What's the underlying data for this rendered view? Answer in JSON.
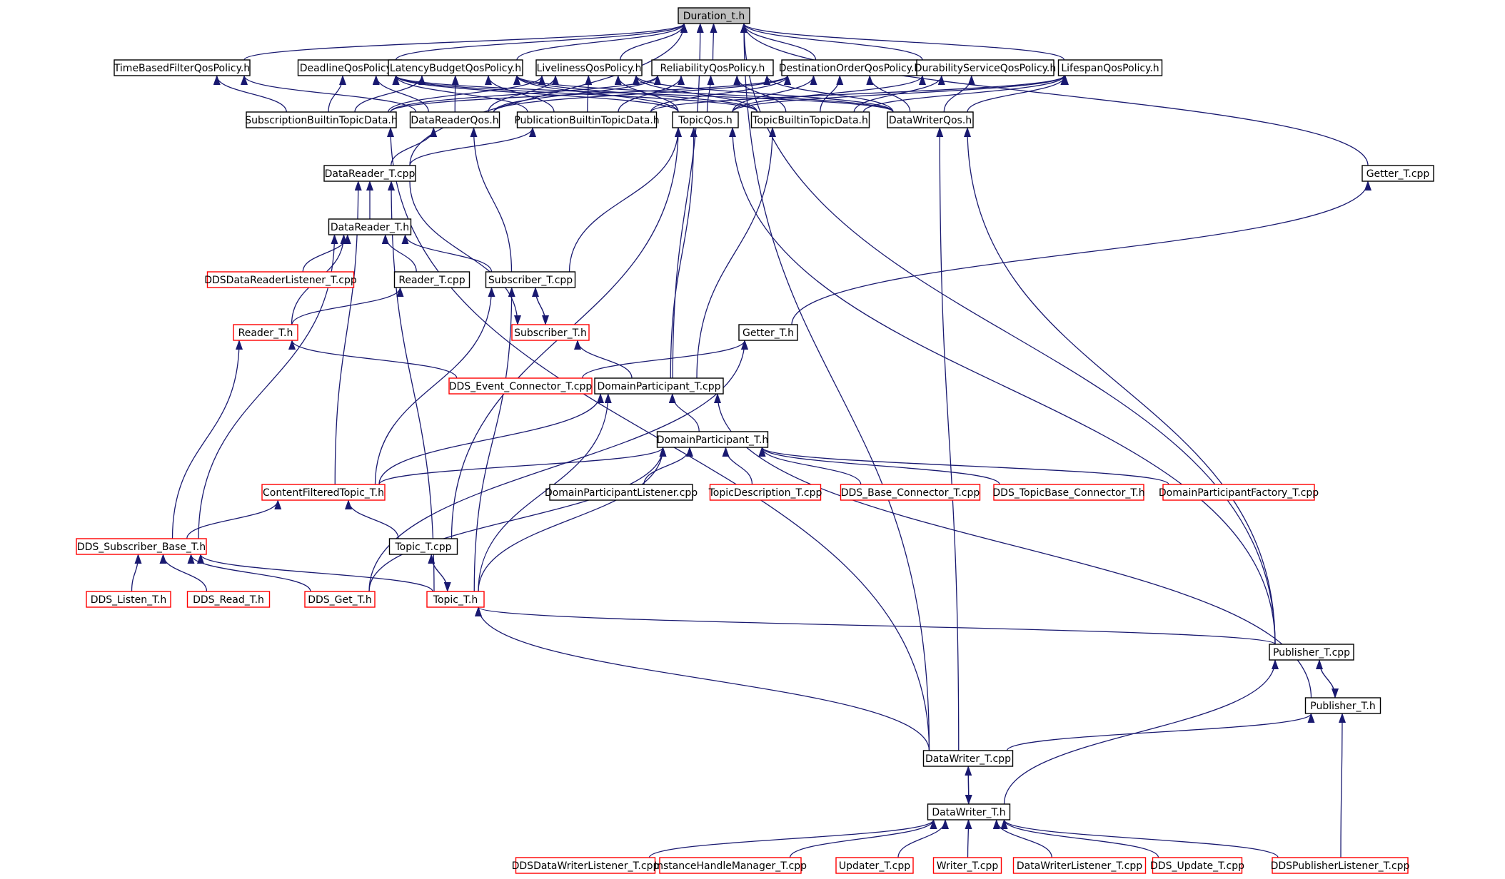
{
  "diagram": {
    "kind": "include-dependency-graph",
    "colors": {
      "edge": "#191970",
      "arrowhead": "#191970",
      "node_border_documented": "#000000",
      "node_border_undocumented": "#ff0000",
      "root_fill": "#bfbfbf",
      "background": "#ffffff"
    },
    "nodes": [
      {
        "id": "duration",
        "label": "Duration_t.h",
        "style": "root"
      },
      {
        "id": "tbf",
        "label": "TimeBasedFilterQosPolicy.h",
        "style": "black"
      },
      {
        "id": "deadline",
        "label": "DeadlineQosPolicy.h",
        "style": "black"
      },
      {
        "id": "latency",
        "label": "LatencyBudgetQosPolicy.h",
        "style": "black"
      },
      {
        "id": "liveliness",
        "label": "LivelinessQosPolicy.h",
        "style": "black"
      },
      {
        "id": "reliability",
        "label": "ReliabilityQosPolicy.h",
        "style": "black"
      },
      {
        "id": "destorder",
        "label": "DestinationOrderQosPolicy.h",
        "style": "black"
      },
      {
        "id": "durservice",
        "label": "DurabilityServiceQosPolicy.h",
        "style": "black"
      },
      {
        "id": "lifespan",
        "label": "LifespanQosPolicy.h",
        "style": "black"
      },
      {
        "id": "subbuiltin",
        "label": "SubscriptionBuiltinTopicData.h",
        "style": "black"
      },
      {
        "id": "drqos",
        "label": "DataReaderQos.h",
        "style": "black"
      },
      {
        "id": "pubbuiltin",
        "label": "PublicationBuiltinTopicData.h",
        "style": "black"
      },
      {
        "id": "topicqos",
        "label": "TopicQos.h",
        "style": "black"
      },
      {
        "id": "topicbuiltin",
        "label": "TopicBuiltinTopicData.h",
        "style": "black"
      },
      {
        "id": "dwqos",
        "label": "DataWriterQos.h",
        "style": "black"
      },
      {
        "id": "drcpp",
        "label": "DataReader_T.cpp",
        "style": "black"
      },
      {
        "id": "gettercpp",
        "label": "Getter_T.cpp",
        "style": "black"
      },
      {
        "id": "drh",
        "label": "DataReader_T.h",
        "style": "black"
      },
      {
        "id": "ddsdrl",
        "label": "DDSDataReaderListener_T.cpp",
        "style": "red"
      },
      {
        "id": "readercpp",
        "label": "Reader_T.cpp",
        "style": "black"
      },
      {
        "id": "subcpp",
        "label": "Subscriber_T.cpp",
        "style": "black"
      },
      {
        "id": "readerh",
        "label": "Reader_T.h",
        "style": "red"
      },
      {
        "id": "subh",
        "label": "Subscriber_T.h",
        "style": "red"
      },
      {
        "id": "getterh",
        "label": "Getter_T.h",
        "style": "black"
      },
      {
        "id": "ddsevent",
        "label": "DDS_Event_Connector_T.cpp",
        "style": "red"
      },
      {
        "id": "dpcpp",
        "label": "DomainParticipant_T.cpp",
        "style": "black"
      },
      {
        "id": "dph",
        "label": "DomainParticipant_T.h",
        "style": "black"
      },
      {
        "id": "cft",
        "label": "ContentFilteredTopic_T.h",
        "style": "red"
      },
      {
        "id": "dplistener",
        "label": "DomainParticipantListener.cpp",
        "style": "black"
      },
      {
        "id": "topicdesc",
        "label": "TopicDescription_T.cpp",
        "style": "red"
      },
      {
        "id": "ddsbase",
        "label": "DDS_Base_Connector_T.cpp",
        "style": "red"
      },
      {
        "id": "ddstopicbase",
        "label": "DDS_TopicBase_Connector_T.h",
        "style": "red"
      },
      {
        "id": "dpfactory",
        "label": "DomainParticipantFactory_T.cpp",
        "style": "red"
      },
      {
        "id": "ddssubbase",
        "label": "DDS_Subscriber_Base_T.h",
        "style": "red"
      },
      {
        "id": "topiccpp",
        "label": "Topic_T.cpp",
        "style": "black"
      },
      {
        "id": "ddslisten",
        "label": "DDS_Listen_T.h",
        "style": "red"
      },
      {
        "id": "ddsread",
        "label": "DDS_Read_T.h",
        "style": "red"
      },
      {
        "id": "ddsget",
        "label": "DDS_Get_T.h",
        "style": "red"
      },
      {
        "id": "topich",
        "label": "Topic_T.h",
        "style": "red"
      },
      {
        "id": "pubcpp",
        "label": "Publisher_T.cpp",
        "style": "black"
      },
      {
        "id": "pubh",
        "label": "Publisher_T.h",
        "style": "black"
      },
      {
        "id": "dwcpp",
        "label": "DataWriter_T.cpp",
        "style": "black"
      },
      {
        "id": "dwh",
        "label": "DataWriter_T.h",
        "style": "black"
      },
      {
        "id": "ddsdwl",
        "label": "DDSDataWriterListener_T.cpp",
        "style": "red"
      },
      {
        "id": "ihm",
        "label": "InstanceHandleManager_T.cpp",
        "style": "red"
      },
      {
        "id": "updater",
        "label": "Updater_T.cpp",
        "style": "red"
      },
      {
        "id": "writer",
        "label": "Writer_T.cpp",
        "style": "red"
      },
      {
        "id": "dwlistener",
        "label": "DataWriterListener_T.cpp",
        "style": "red"
      },
      {
        "id": "ddsupdate",
        "label": "DDS_Update_T.cpp",
        "style": "red"
      },
      {
        "id": "ddspubl",
        "label": "DDSPublisherListener_T.cpp",
        "style": "red"
      }
    ],
    "edges": [
      [
        "tbf",
        "duration"
      ],
      [
        "deadline",
        "duration"
      ],
      [
        "latency",
        "duration"
      ],
      [
        "liveliness",
        "duration"
      ],
      [
        "reliability",
        "duration"
      ],
      [
        "destorder",
        "duration"
      ],
      [
        "durservice",
        "duration"
      ],
      [
        "lifespan",
        "duration"
      ],
      [
        "subbuiltin",
        "tbf"
      ],
      [
        "subbuiltin",
        "deadline"
      ],
      [
        "subbuiltin",
        "latency"
      ],
      [
        "subbuiltin",
        "liveliness"
      ],
      [
        "subbuiltin",
        "reliability"
      ],
      [
        "subbuiltin",
        "destorder"
      ],
      [
        "drqos",
        "tbf"
      ],
      [
        "drqos",
        "deadline"
      ],
      [
        "drqos",
        "latency"
      ],
      [
        "drqos",
        "liveliness"
      ],
      [
        "drqos",
        "reliability"
      ],
      [
        "drqos",
        "destorder"
      ],
      [
        "pubbuiltin",
        "deadline"
      ],
      [
        "pubbuiltin",
        "latency"
      ],
      [
        "pubbuiltin",
        "liveliness"
      ],
      [
        "pubbuiltin",
        "reliability"
      ],
      [
        "pubbuiltin",
        "destorder"
      ],
      [
        "pubbuiltin",
        "lifespan"
      ],
      [
        "topicqos",
        "deadline"
      ],
      [
        "topicqos",
        "latency"
      ],
      [
        "topicqos",
        "liveliness"
      ],
      [
        "topicqos",
        "reliability"
      ],
      [
        "topicqos",
        "destorder"
      ],
      [
        "topicqos",
        "durservice"
      ],
      [
        "topicqos",
        "lifespan"
      ],
      [
        "topicbuiltin",
        "deadline"
      ],
      [
        "topicbuiltin",
        "latency"
      ],
      [
        "topicbuiltin",
        "liveliness"
      ],
      [
        "topicbuiltin",
        "reliability"
      ],
      [
        "topicbuiltin",
        "destorder"
      ],
      [
        "topicbuiltin",
        "durservice"
      ],
      [
        "topicbuiltin",
        "lifespan"
      ],
      [
        "dwqos",
        "deadline"
      ],
      [
        "dwqos",
        "latency"
      ],
      [
        "dwqos",
        "liveliness"
      ],
      [
        "dwqos",
        "reliability"
      ],
      [
        "dwqos",
        "destorder"
      ],
      [
        "dwqos",
        "durservice"
      ],
      [
        "dwqos",
        "lifespan"
      ],
      [
        "drcpp",
        "duration"
      ],
      [
        "drcpp",
        "drqos"
      ],
      [
        "drcpp",
        "pubbuiltin"
      ],
      [
        "gettercpp",
        "duration"
      ],
      [
        "getterh",
        "gettercpp"
      ],
      [
        "drh",
        "drcpp"
      ],
      [
        "ddsdrl",
        "drh"
      ],
      [
        "readercpp",
        "drh"
      ],
      [
        "subcpp",
        "drh"
      ],
      [
        "readerh",
        "drh"
      ],
      [
        "readerh",
        "readercpp"
      ],
      [
        "ddssubbase",
        "drh"
      ],
      [
        "subcpp",
        "drqos"
      ],
      [
        "subcpp",
        "topicqos"
      ],
      [
        "subh",
        "subcpp"
      ],
      [
        "subcpp",
        "subh"
      ],
      [
        "drcpp",
        "subh"
      ],
      [
        "ddsevent",
        "readerh"
      ],
      [
        "ddsevent",
        "getterh"
      ],
      [
        "dpcpp",
        "subh"
      ],
      [
        "dpcpp",
        "topicqos"
      ],
      [
        "dpcpp",
        "topicbuiltin"
      ],
      [
        "dpcpp",
        "duration"
      ],
      [
        "dph",
        "dpcpp"
      ],
      [
        "cft",
        "dph"
      ],
      [
        "dplistener",
        "dph"
      ],
      [
        "topicdesc",
        "dph"
      ],
      [
        "ddsbase",
        "dph"
      ],
      [
        "ddstopicbase",
        "dph"
      ],
      [
        "dpfactory",
        "dph"
      ],
      [
        "cft",
        "drcpp"
      ],
      [
        "cft",
        "subcpp"
      ],
      [
        "cft",
        "dpcpp"
      ],
      [
        "ddssubbase",
        "cft"
      ],
      [
        "topiccpp",
        "cft"
      ],
      [
        "topiccpp",
        "topicqos"
      ],
      [
        "topich",
        "topiccpp"
      ],
      [
        "topiccpp",
        "topich"
      ],
      [
        "ddslisten",
        "ddssubbase"
      ],
      [
        "ddsread",
        "ddssubbase"
      ],
      [
        "ddsget",
        "ddssubbase"
      ],
      [
        "ddssubbase",
        "readerh"
      ],
      [
        "ddsget",
        "getterh"
      ],
      [
        "ddsget",
        "dph"
      ],
      [
        "topich",
        "drcpp"
      ],
      [
        "topich",
        "subcpp"
      ],
      [
        "topich",
        "dpcpp"
      ],
      [
        "topich",
        "dph"
      ],
      [
        "topich",
        "ddssubbase"
      ],
      [
        "pubcpp",
        "topich"
      ],
      [
        "pubcpp",
        "duration"
      ],
      [
        "pubcpp",
        "topicqos"
      ],
      [
        "pubcpp",
        "dwqos"
      ],
      [
        "pubh",
        "pubcpp"
      ],
      [
        "pubcpp",
        "pubh"
      ],
      [
        "pubh",
        "dpcpp"
      ],
      [
        "dwcpp",
        "topich"
      ],
      [
        "dwcpp",
        "subbuiltin"
      ],
      [
        "dwcpp",
        "duration"
      ],
      [
        "dwcpp",
        "pubh"
      ],
      [
        "dwcpp",
        "dwqos"
      ],
      [
        "dwh",
        "dwcpp"
      ],
      [
        "dwcpp",
        "dwh"
      ],
      [
        "dwh",
        "pubcpp"
      ],
      [
        "ddsdwl",
        "dwh"
      ],
      [
        "ihm",
        "dwh"
      ],
      [
        "updater",
        "dwh"
      ],
      [
        "writer",
        "dwh"
      ],
      [
        "dwlistener",
        "dwh"
      ],
      [
        "ddsupdate",
        "dwh"
      ],
      [
        "ddspubl",
        "dwh"
      ],
      [
        "ddspubl",
        "pubh"
      ]
    ]
  }
}
